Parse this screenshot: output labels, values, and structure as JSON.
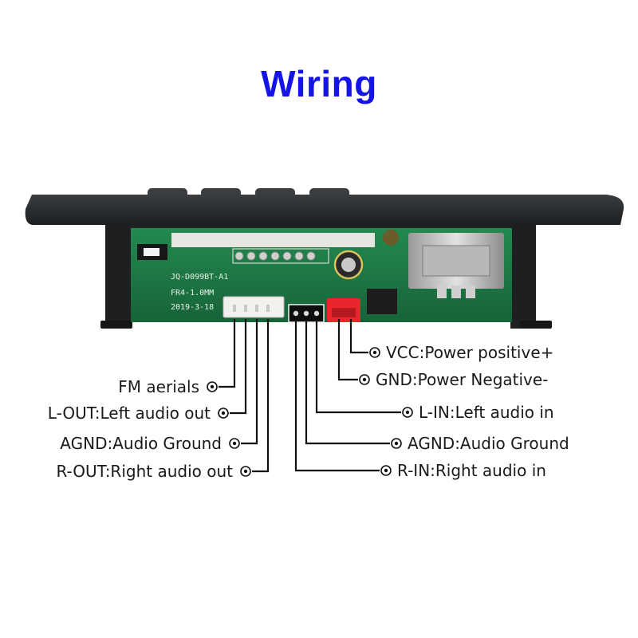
{
  "title": "Wiring",
  "colors": {
    "title": "#1414e6",
    "panel": "#2b2d2f",
    "pcb": "#1f7a45",
    "pcb_dark": "#145c32",
    "connector_red": "#e8262b",
    "connector_white": "#f1f1ee"
  },
  "board": {
    "model": "JQ-D099BT-A1",
    "spec": "FR4-1.0MM",
    "date": "2019-3-18"
  },
  "labels": {
    "fm": "FM aerials",
    "lout": "L-OUT:Left audio out",
    "agnd_out": "AGND:Audio Ground",
    "rout": "R-OUT:Right audio out",
    "vcc": "VCC:Power positive+",
    "gnd": "GND:Power Negative-",
    "lin": "L-IN:Left audio in",
    "agnd_in": "AGND:Audio Ground",
    "rin": "R-IN:Right audio in"
  },
  "icons": {
    "bullet": "target-circle-icon"
  }
}
